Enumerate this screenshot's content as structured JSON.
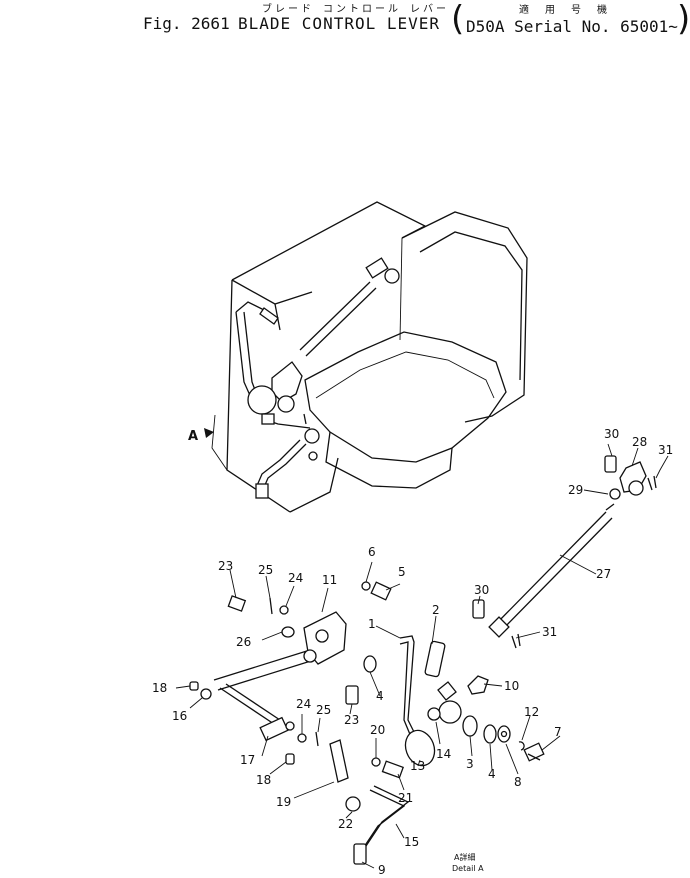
{
  "header": {
    "jp_title": "ブレード コントロール レバー",
    "fig_label": "Fig. 2661",
    "title_en": "BLADE CONTROL LEVER",
    "applicability_jp": "適 用 号 機",
    "applicability_en": "D50A Serial No. 65001~",
    "paren_left": "(",
    "paren_right": ")"
  },
  "diagram": {
    "view_marker": "A",
    "detail_jp": "A詳細",
    "detail_en": "Detail A",
    "callouts": [
      "1",
      "2",
      "3",
      "4",
      "4",
      "5",
      "6",
      "7",
      "8",
      "9",
      "10",
      "11",
      "12",
      "13",
      "14",
      "15",
      "16",
      "17",
      "18",
      "18",
      "19",
      "20",
      "21",
      "22",
      "23",
      "23",
      "24",
      "24",
      "25",
      "25",
      "26",
      "27",
      "28",
      "29",
      "30",
      "30",
      "31",
      "31"
    ]
  }
}
